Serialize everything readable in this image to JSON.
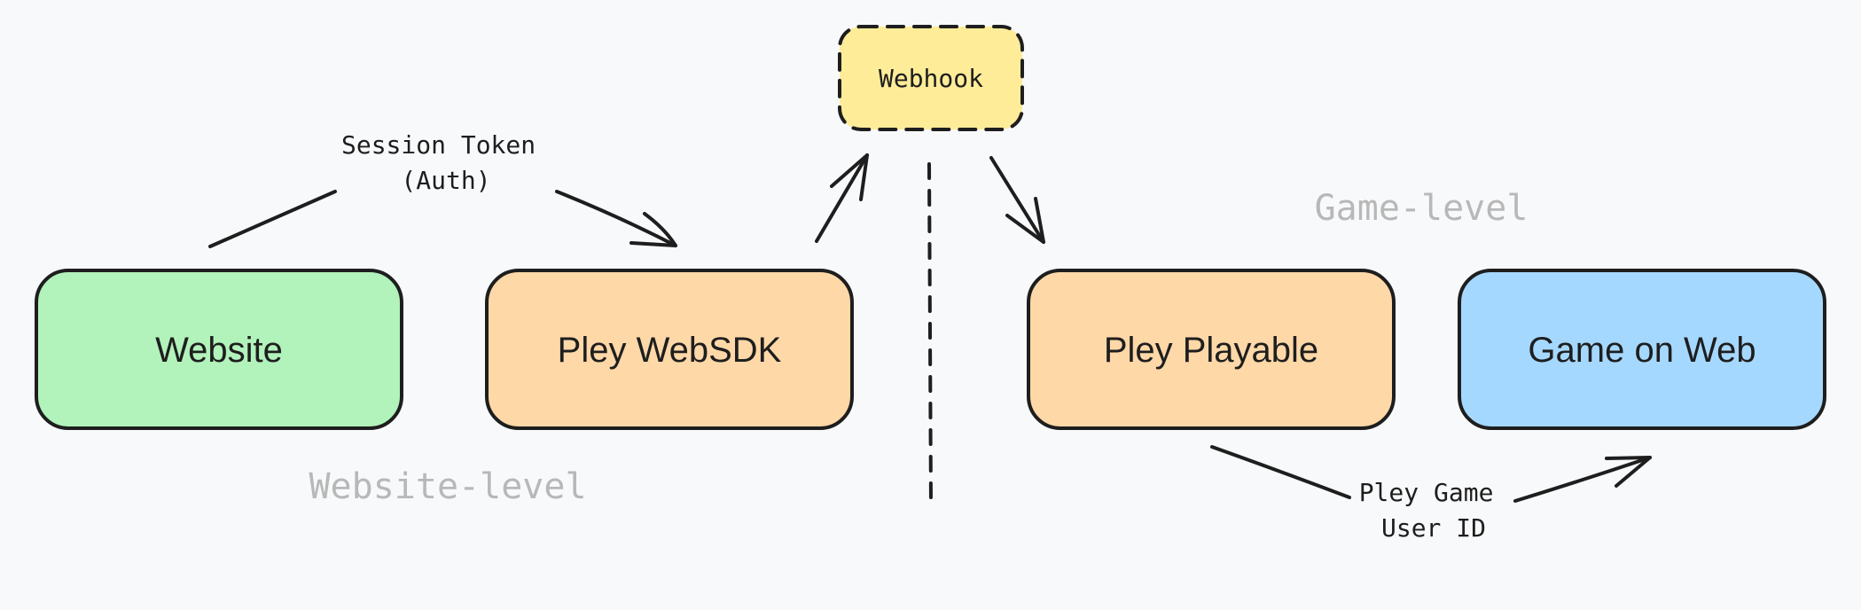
{
  "nodes": {
    "website": {
      "label": "Website",
      "fill": "#b2f2bb"
    },
    "websdk": {
      "label": "Pley WebSDK",
      "fill": "#ffd8a8"
    },
    "webhook": {
      "label": "Webhook",
      "fill": "#ffec99"
    },
    "playable": {
      "label": "Pley Playable",
      "fill": "#ffd8a8"
    },
    "game": {
      "label": "Game on Web",
      "fill": "#a5d8ff"
    }
  },
  "edges": {
    "session_token": {
      "line1": "Session Token",
      "line2": "(Auth)"
    },
    "game_user_id": {
      "line1": "Pley Game",
      "line2": "User ID"
    }
  },
  "regions": {
    "website_level": "Website-level",
    "game_level": "Game-level"
  },
  "colors": {
    "stroke": "#1e1e1e",
    "background": "#f8f9fb",
    "region_text": "#b8b8b8"
  }
}
